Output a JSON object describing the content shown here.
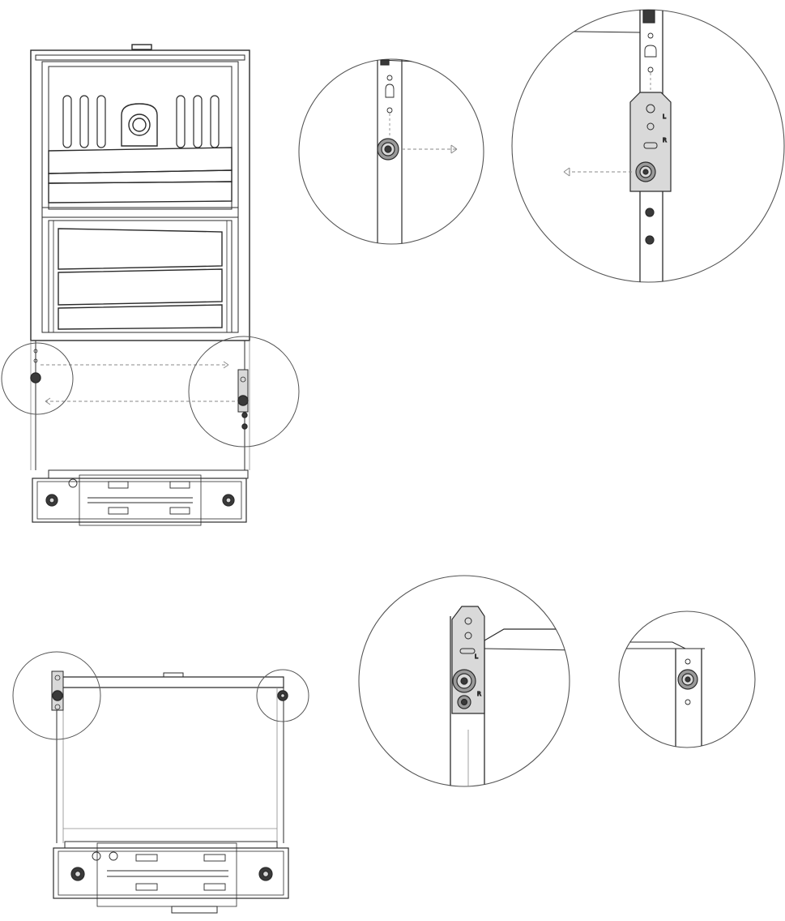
{
  "figure": {
    "colors": {
      "line": "#2b2b2b",
      "faint": "#8a8a8a",
      "fill_dark": "#3a3a3a",
      "fill_mid": "#9a9a9a",
      "fill_light": "#d9d9d9",
      "background": "#ffffff"
    },
    "marks": {
      "left_side": "L",
      "right_side": "R"
    },
    "views": [
      "front-view-appliance",
      "detail-left-pin",
      "detail-right-bracket",
      "rear-view-appliance",
      "detail-left-bracket-installed",
      "detail-right-pin-installed"
    ]
  }
}
